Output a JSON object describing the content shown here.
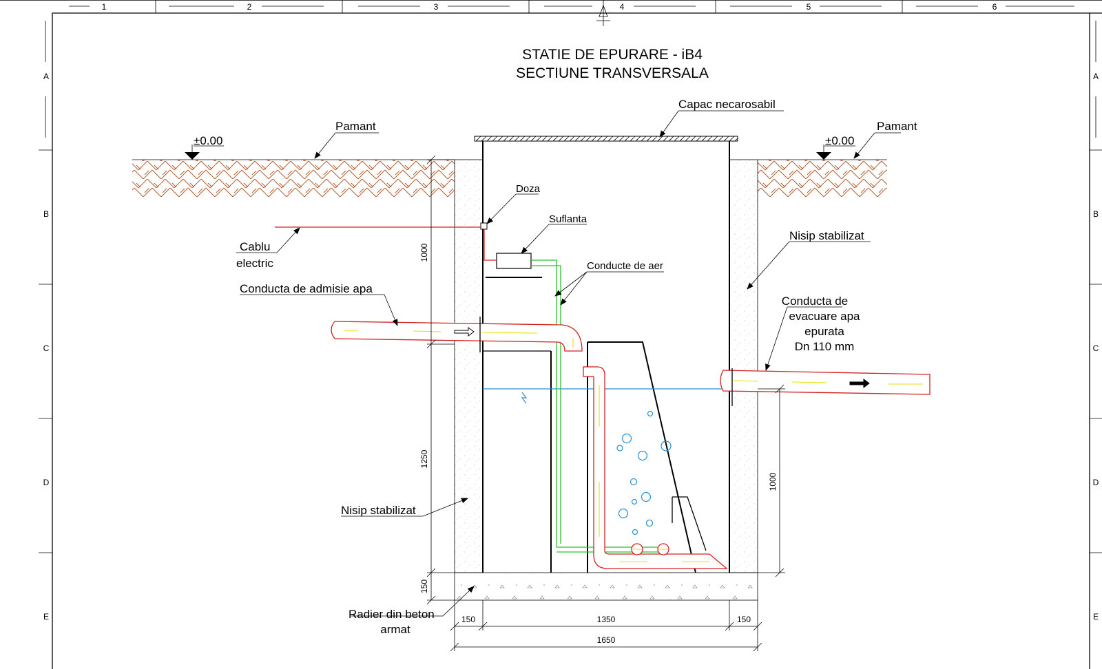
{
  "frame": {
    "columns": [
      "1",
      "2",
      "3",
      "4",
      "5",
      "6"
    ],
    "rows": [
      "A",
      "B",
      "C",
      "D",
      "E"
    ]
  },
  "title": {
    "line1": "STATIE DE EPURARE - iB4",
    "line2": "SECTIUNE TRANSVERSALA"
  },
  "labels": {
    "cover": "Capac necarosabil",
    "soil_left": "Pamant",
    "soil_right": "Pamant",
    "level_left": "±0.00",
    "level_right": "±0.00",
    "box": "Doza",
    "blower": "Suflanta",
    "cable_l1": "Cablu",
    "cable_l2": "electric",
    "air_pipes": "Conducte de aer",
    "inlet": "Conducta de admisie apa",
    "sand_right": "Nisip stabilizat",
    "sand_left": "Nisip stabilizat",
    "outlet_l1": "Conducta de",
    "outlet_l2": "evacuare apa",
    "outlet_l3": "epurata",
    "outlet_l4": "Dn 110 mm",
    "slab_l1": "Radier din beton",
    "slab_l2": "armat"
  },
  "dimensions": {
    "upper_height": "1000",
    "lower_height": "1250",
    "slab_height": "150",
    "outlet_height": "1000",
    "wall_left": "150",
    "inner": "1350",
    "wall_right": "150",
    "total": "1650"
  },
  "colors": {
    "soil": "#b5653a",
    "pipe": "#d42020",
    "pipe_axis": "#e8e000",
    "air": "#2bbf2b",
    "water": "#2a8fd6",
    "cable": "#d42020"
  }
}
